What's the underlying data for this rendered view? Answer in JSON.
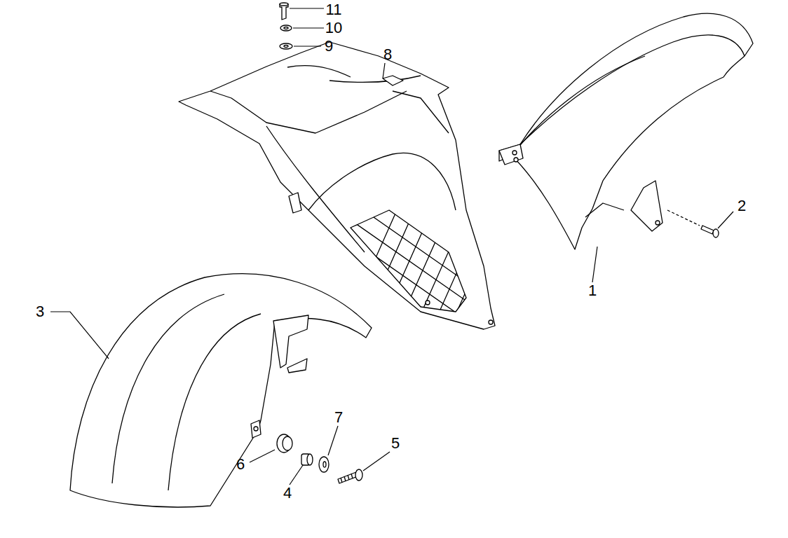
{
  "diagram": {
    "labels": [
      "11",
      "10",
      "9",
      "8",
      "2",
      "1",
      "3",
      "7",
      "5",
      "6",
      "4"
    ]
  }
}
